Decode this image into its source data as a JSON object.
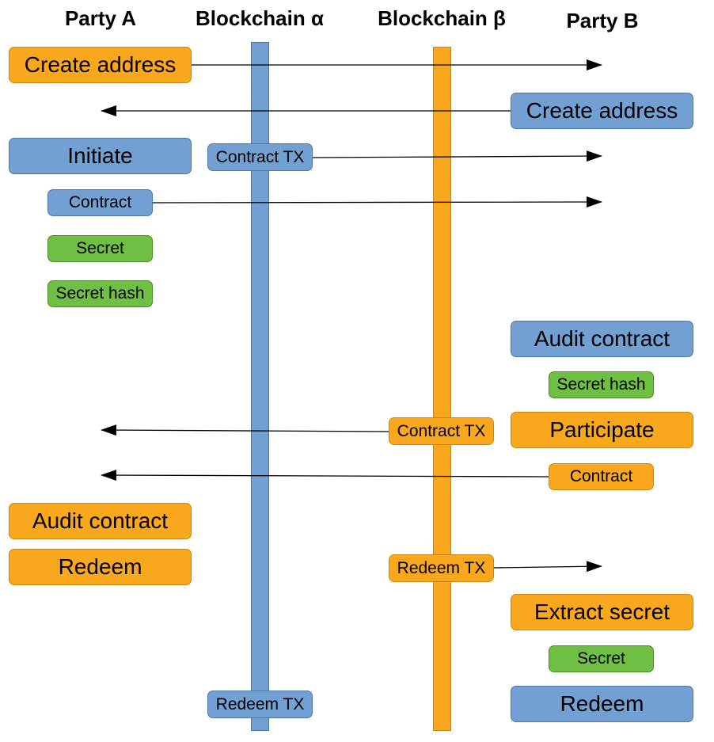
{
  "headers": {
    "party_a": "Party A",
    "chain_alpha": "Blockchain α",
    "chain_beta": "Blockchain β",
    "party_b": "Party B"
  },
  "colors": {
    "blue": "#72a0d3",
    "orange": "#f9a71c",
    "green": "#6fbf44"
  },
  "steps": {
    "a_create_address": "Create address",
    "b_create_address": "Create address",
    "a_initiate": "Initiate",
    "alpha_contract_tx": "Contract TX",
    "a_contract": "Contract",
    "a_secret": "Secret",
    "a_secret_hash": "Secret hash",
    "b_audit_contract": "Audit contract",
    "b_secret_hash": "Secret hash",
    "beta_contract_tx": "Contract TX",
    "b_participate": "Participate",
    "b_contract": "Contract",
    "a_audit_contract": "Audit contract",
    "a_redeem": "Redeem",
    "beta_redeem_tx": "Redeem TX",
    "b_extract_secret": "Extract secret",
    "b_secret": "Secret",
    "alpha_redeem_tx": "Redeem TX",
    "b_redeem": "Redeem"
  }
}
